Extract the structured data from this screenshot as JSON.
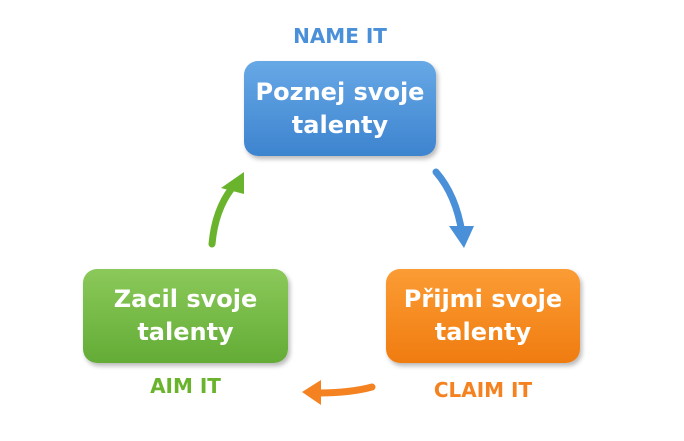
{
  "nodes": {
    "name": {
      "tag": "NAME IT",
      "line1": "Poznej svoje",
      "line2": "talenty",
      "color": "#4a90d9"
    },
    "claim": {
      "tag": "CLAIM IT",
      "line1": "Přijmi svoje",
      "line2": "talenty",
      "color": "#f58220"
    },
    "aim": {
      "tag": "AIM IT",
      "line1": "Zacil svoje",
      "line2": "talenty",
      "color": "#6ab42d"
    }
  },
  "edges": [
    {
      "from": "name",
      "to": "claim",
      "color": "#4a90d9"
    },
    {
      "from": "claim",
      "to": "aim",
      "color": "#f58220"
    },
    {
      "from": "aim",
      "to": "name",
      "color": "#6ab42d"
    }
  ]
}
